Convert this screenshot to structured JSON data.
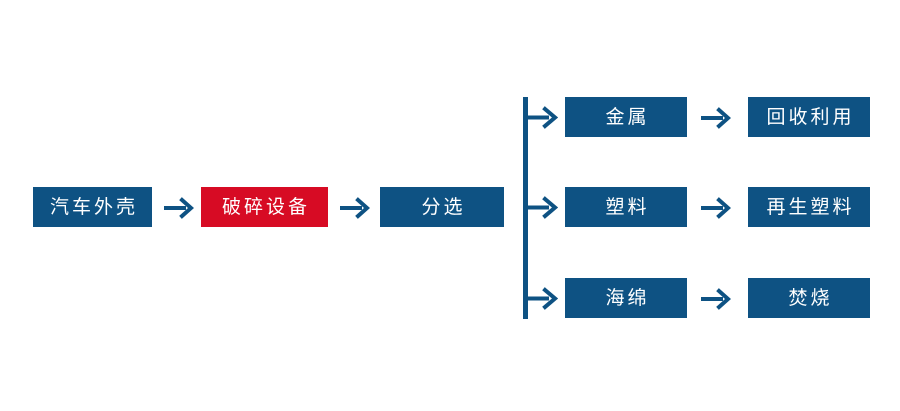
{
  "diagram": {
    "type": "flowchart",
    "title_text": "",
    "background_color": "#ffffff",
    "colors": {
      "primary_blue": "#0E5283",
      "highlight_red": "#D70B24",
      "node_text": "#ffffff",
      "arrow": "#0E5283"
    },
    "nodes": {
      "car_shell": "汽车外壳",
      "shredder": "破碎设备",
      "sorting": "分选",
      "metal": "金属",
      "plastic": "塑料",
      "sponge": "海绵",
      "recycle_reuse": "回收利用",
      "regenerated_plastic": "再生塑料",
      "incineration": "焚烧"
    },
    "arrows": {
      "a1": "→",
      "a2": "→",
      "a3": "→",
      "a4": "→",
      "a5": "→"
    },
    "flow": [
      {
        "from": "汽车外壳",
        "to": "破碎设备"
      },
      {
        "from": "破碎设备",
        "to": "分选"
      },
      {
        "from": "分选",
        "to": "金属"
      },
      {
        "from": "分选",
        "to": "塑料"
      },
      {
        "from": "分选",
        "to": "海绵"
      },
      {
        "from": "金属",
        "to": "回收利用"
      },
      {
        "from": "塑料",
        "to": "再生塑料"
      },
      {
        "from": "海绵",
        "to": "焚烧"
      }
    ]
  }
}
